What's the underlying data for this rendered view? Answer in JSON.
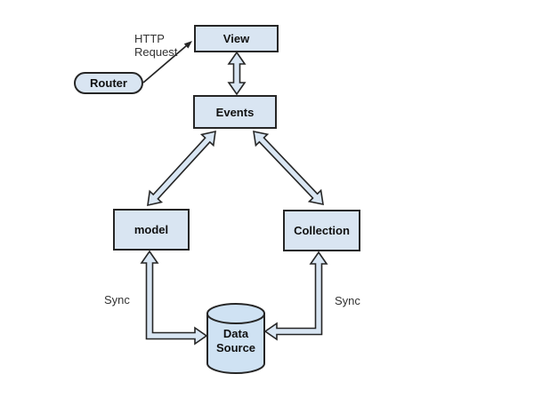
{
  "diagram": {
    "type": "flowchart",
    "nodes": {
      "router": {
        "label": "Router",
        "shape": "stadium"
      },
      "view": {
        "label": "View",
        "shape": "rect"
      },
      "events": {
        "label": "Events",
        "shape": "rect"
      },
      "model": {
        "label": "model",
        "shape": "rect"
      },
      "collection": {
        "label": "Collection",
        "shape": "rect"
      },
      "data_source": {
        "label": "Data Source",
        "shape": "cylinder"
      }
    },
    "edge_labels": {
      "http_request": "HTTP Request",
      "sync_left": "Sync",
      "sync_right": "Sync"
    },
    "edges": [
      {
        "from": "Router",
        "to": "View",
        "label": "HTTP Request",
        "style": "single-thin-arrow"
      },
      {
        "from": "View",
        "to": "Events",
        "label": "",
        "style": "hollow-double-arrow"
      },
      {
        "from": "Events",
        "to": "model",
        "label": "",
        "style": "hollow-double-arrow"
      },
      {
        "from": "Events",
        "to": "Collection",
        "label": "",
        "style": "hollow-double-arrow"
      },
      {
        "from": "model",
        "to": "Data Source",
        "label": "Sync",
        "style": "hollow-double-arrow-elbow"
      },
      {
        "from": "Collection",
        "to": "Data Source",
        "label": "Sync",
        "style": "hollow-double-arrow-elbow"
      }
    ],
    "colors": {
      "background": "#ffffff",
      "node_fill": "#d9e5f2",
      "cylinder_fill": "#cfe2f3",
      "arrow_fill": "#d9e6f3",
      "outline": "#262626",
      "node_text": "#101010",
      "label_text": "#333333"
    }
  }
}
